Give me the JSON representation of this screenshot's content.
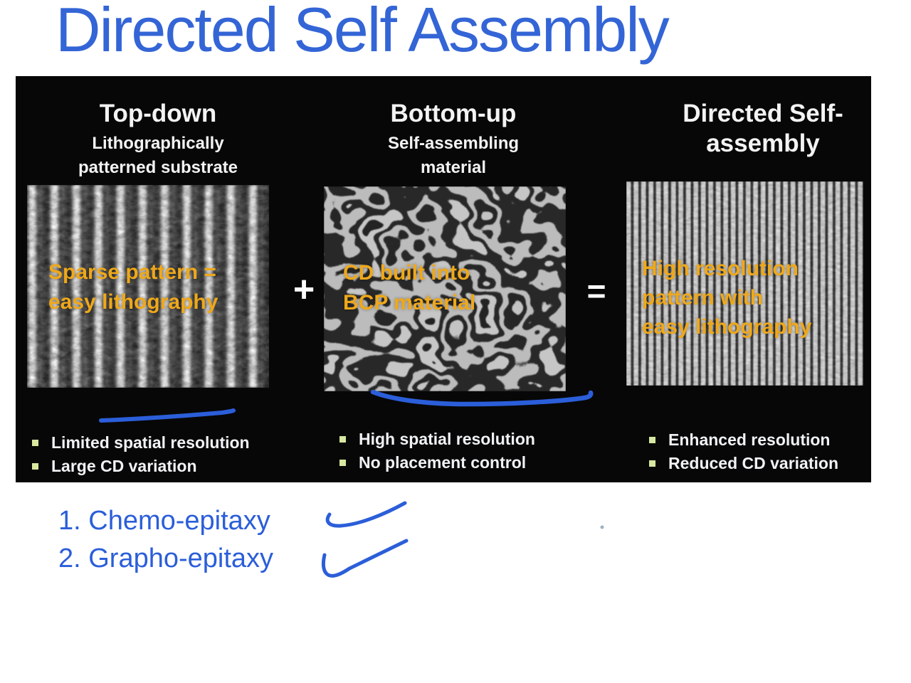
{
  "title": "Directed Self Assembly",
  "panel": {
    "columns": [
      {
        "heading": "Top-down",
        "subheading": "Lithographically\npatterned substrate",
        "overlay_caption": "Sparse pattern =\neasy lithography",
        "image": "sem-sparse-vertical-lines",
        "bullets": [
          "Limited spatial resolution",
          "Large CD variation"
        ]
      },
      {
        "heading": "Bottom-up",
        "subheading": "Self-assembling\nmaterial",
        "overlay_caption": "CD built into\nBCP material",
        "image": "sem-fingerprint-bcp",
        "bullets": [
          "High spatial resolution",
          "No placement control"
        ]
      },
      {
        "heading": "Directed Self-\nassembly",
        "subheading": "",
        "overlay_caption": "High resolution\npattern with\neasy lithography",
        "image": "sem-dense-vertical-lines",
        "bullets": [
          "Enhanced resolution",
          "Reduced CD variation"
        ]
      }
    ],
    "plus_operator": "+",
    "equals_operator": "="
  },
  "epitaxy_list": {
    "items": [
      "1. Chemo-epitaxy",
      "2. Grapho-epitaxy"
    ]
  },
  "annotations": {
    "ink_marks": [
      "underline-left-image",
      "underline-middle-image",
      "check-chemo-epitaxy",
      "check-grapho-epitaxy",
      "stray-dot"
    ],
    "ink_color": "#2b5ed9"
  },
  "colors": {
    "title_blue": "#3465d6",
    "overlay_orange": "#efa81a",
    "bullet_green": "#d8e8a0",
    "panel_black": "#070707",
    "text_white": "#f3f3f3"
  }
}
